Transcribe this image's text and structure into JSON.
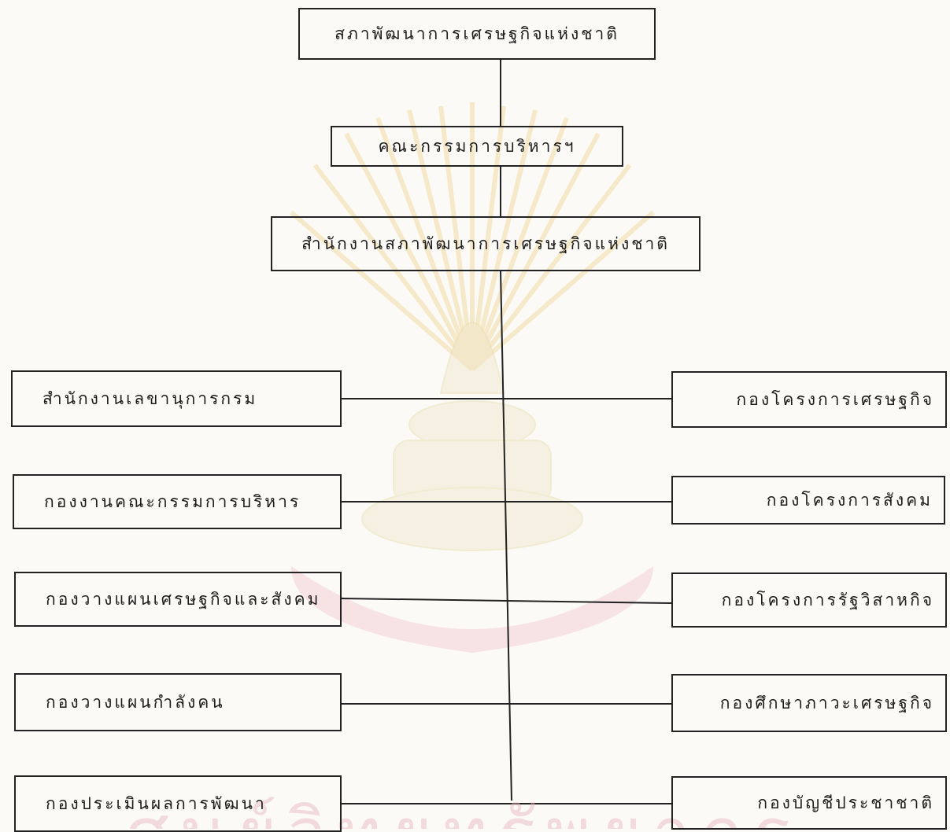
{
  "top": {
    "council": "สภาพัฒนาการเศรษฐกิจแห่งชาติ",
    "board": "คณะกรรมการบริหารฯ",
    "office": "สำนักงานสภาพัฒนาการเศรษฐกิจแห่งชาติ"
  },
  "left_units": [
    "สำนักงานเลขานุการกรม",
    "กองงานคณะกรรมการบริหาร",
    "กองวางแผนเศรษฐกิจและสังคม",
    "กองวางแผนกำลังคน",
    "กองประเมินผลการพัฒนา"
  ],
  "right_units": [
    "กองโครงการเศรษฐกิจ",
    "กองโครงการสังคม",
    "กองโครงการรัฐวิสาหกิจ",
    "กองศึกษาภาวะเศรษฐกิจ",
    "กองบัญชีประชาชาติ"
  ],
  "watermark": {
    "text": "ศูนย์วิทยทรัพยากร",
    "color": "#e9b3bd"
  }
}
